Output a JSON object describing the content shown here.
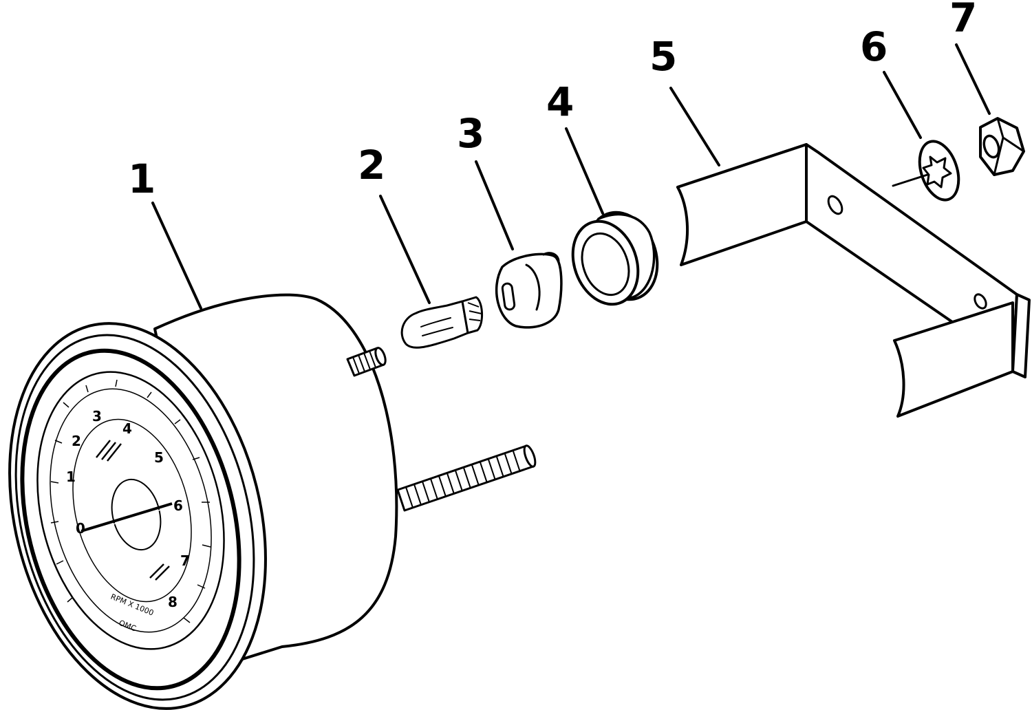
{
  "callouts": [
    {
      "id": "1",
      "label": "1"
    },
    {
      "id": "2",
      "label": "2"
    },
    {
      "id": "3",
      "label": "3"
    },
    {
      "id": "4",
      "label": "4"
    },
    {
      "id": "5",
      "label": "5"
    },
    {
      "id": "6",
      "label": "6"
    },
    {
      "id": "7",
      "label": "7"
    }
  ],
  "dial": {
    "numbers": [
      "0",
      "1",
      "2",
      "3",
      "4",
      "5",
      "6",
      "7",
      "8"
    ],
    "unit_text": "RPM X 1000",
    "brand_text": "OMC"
  },
  "colors": {
    "ink": "#000000",
    "paper": "#ffffff"
  }
}
